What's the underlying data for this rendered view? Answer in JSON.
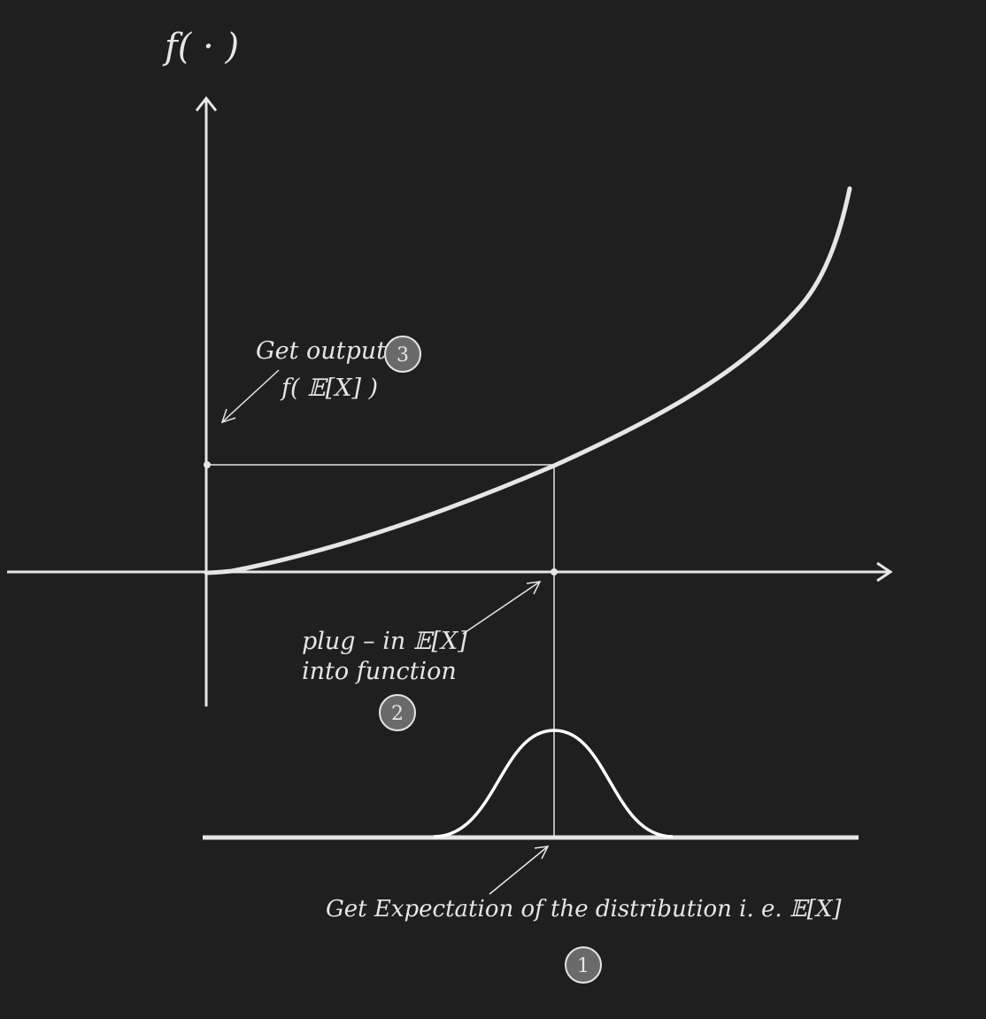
{
  "y_axis_label": "f( · )",
  "annotations": {
    "step3": {
      "badge": "3",
      "line1": "Get output",
      "line2": "f( 𝔼[X] )"
    },
    "step2": {
      "badge": "2",
      "line1": "plug – in 𝔼[X]",
      "line2": "into function"
    },
    "step1": {
      "badge": "1",
      "text": "Get Expectation of the distribution i. e.  𝔼[X]"
    }
  },
  "colors": {
    "background": "#1f1f1f",
    "curve": "#e6e6e6",
    "axis": "#e6e6e6",
    "badge_fill": "#6a6a6a",
    "text": "#e6e6e6"
  },
  "icons": [
    "arrow-icon",
    "numbered-badge-icon"
  ]
}
